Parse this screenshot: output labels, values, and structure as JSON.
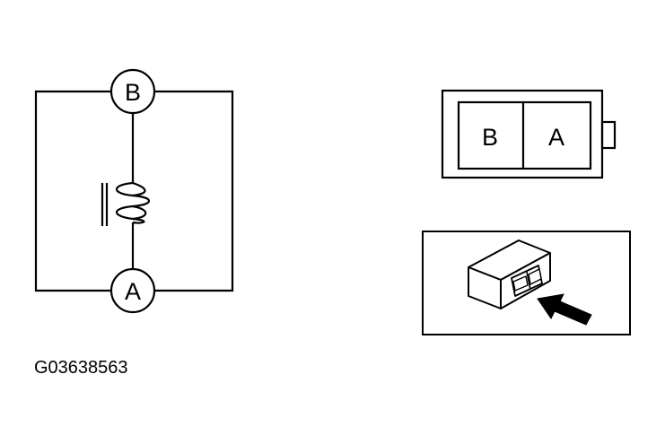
{
  "schematic": {
    "terminal_top": "B",
    "terminal_bottom": "A"
  },
  "connector": {
    "cell_left": "B",
    "cell_right": "A"
  },
  "figure_id": "G03638563",
  "colors": {
    "line": "#000000",
    "background": "#ffffff"
  },
  "icons": [
    "coil-icon",
    "relay-module-icon",
    "arrow-icon"
  ]
}
